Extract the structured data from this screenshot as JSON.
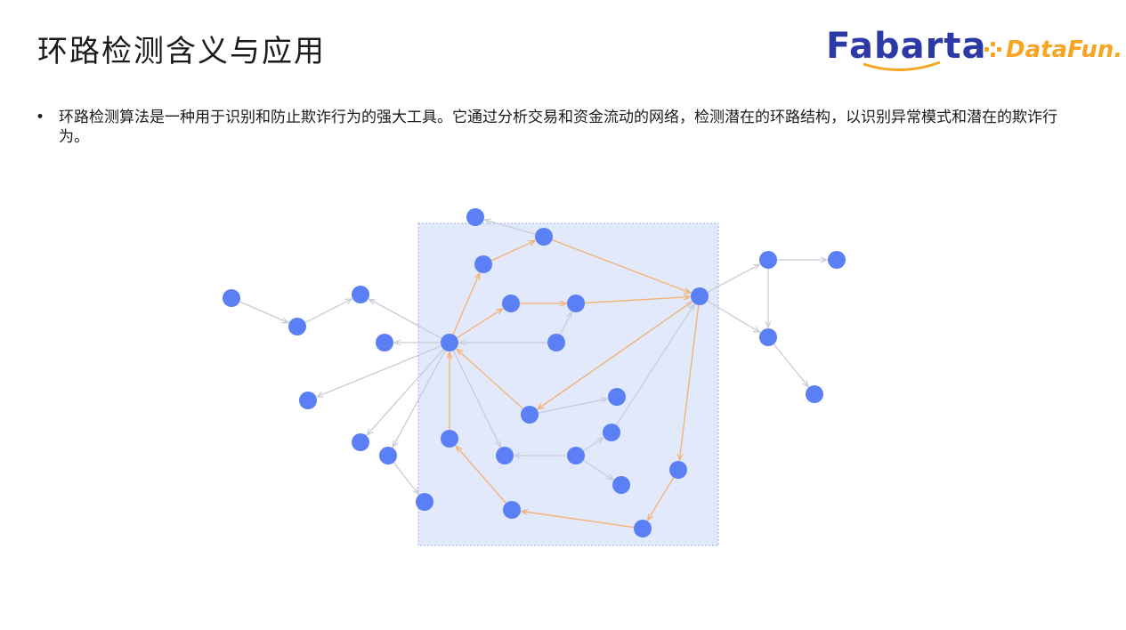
{
  "title": "环路检测含义与应用",
  "logos": {
    "fabarta": "Fabarta",
    "datafun": "DataFun."
  },
  "bullet": {
    "marker": "•",
    "text": "环路检测算法是一种用于识别和防止欺诈行为的强大工具。它通过分析交易和资金流动的网络，检测潜在的环路结构，以识别异常模式和潜在的欺诈行为。"
  },
  "colors": {
    "node": "#5b7ff5",
    "highlight_edge": "#f5b070",
    "normal_edge": "#c8ccd6",
    "region_fill": "#e1e9fb",
    "region_border": "#9ab0e8",
    "brand_blue": "#2c3aa8",
    "brand_orange": "#f5a623"
  }
}
